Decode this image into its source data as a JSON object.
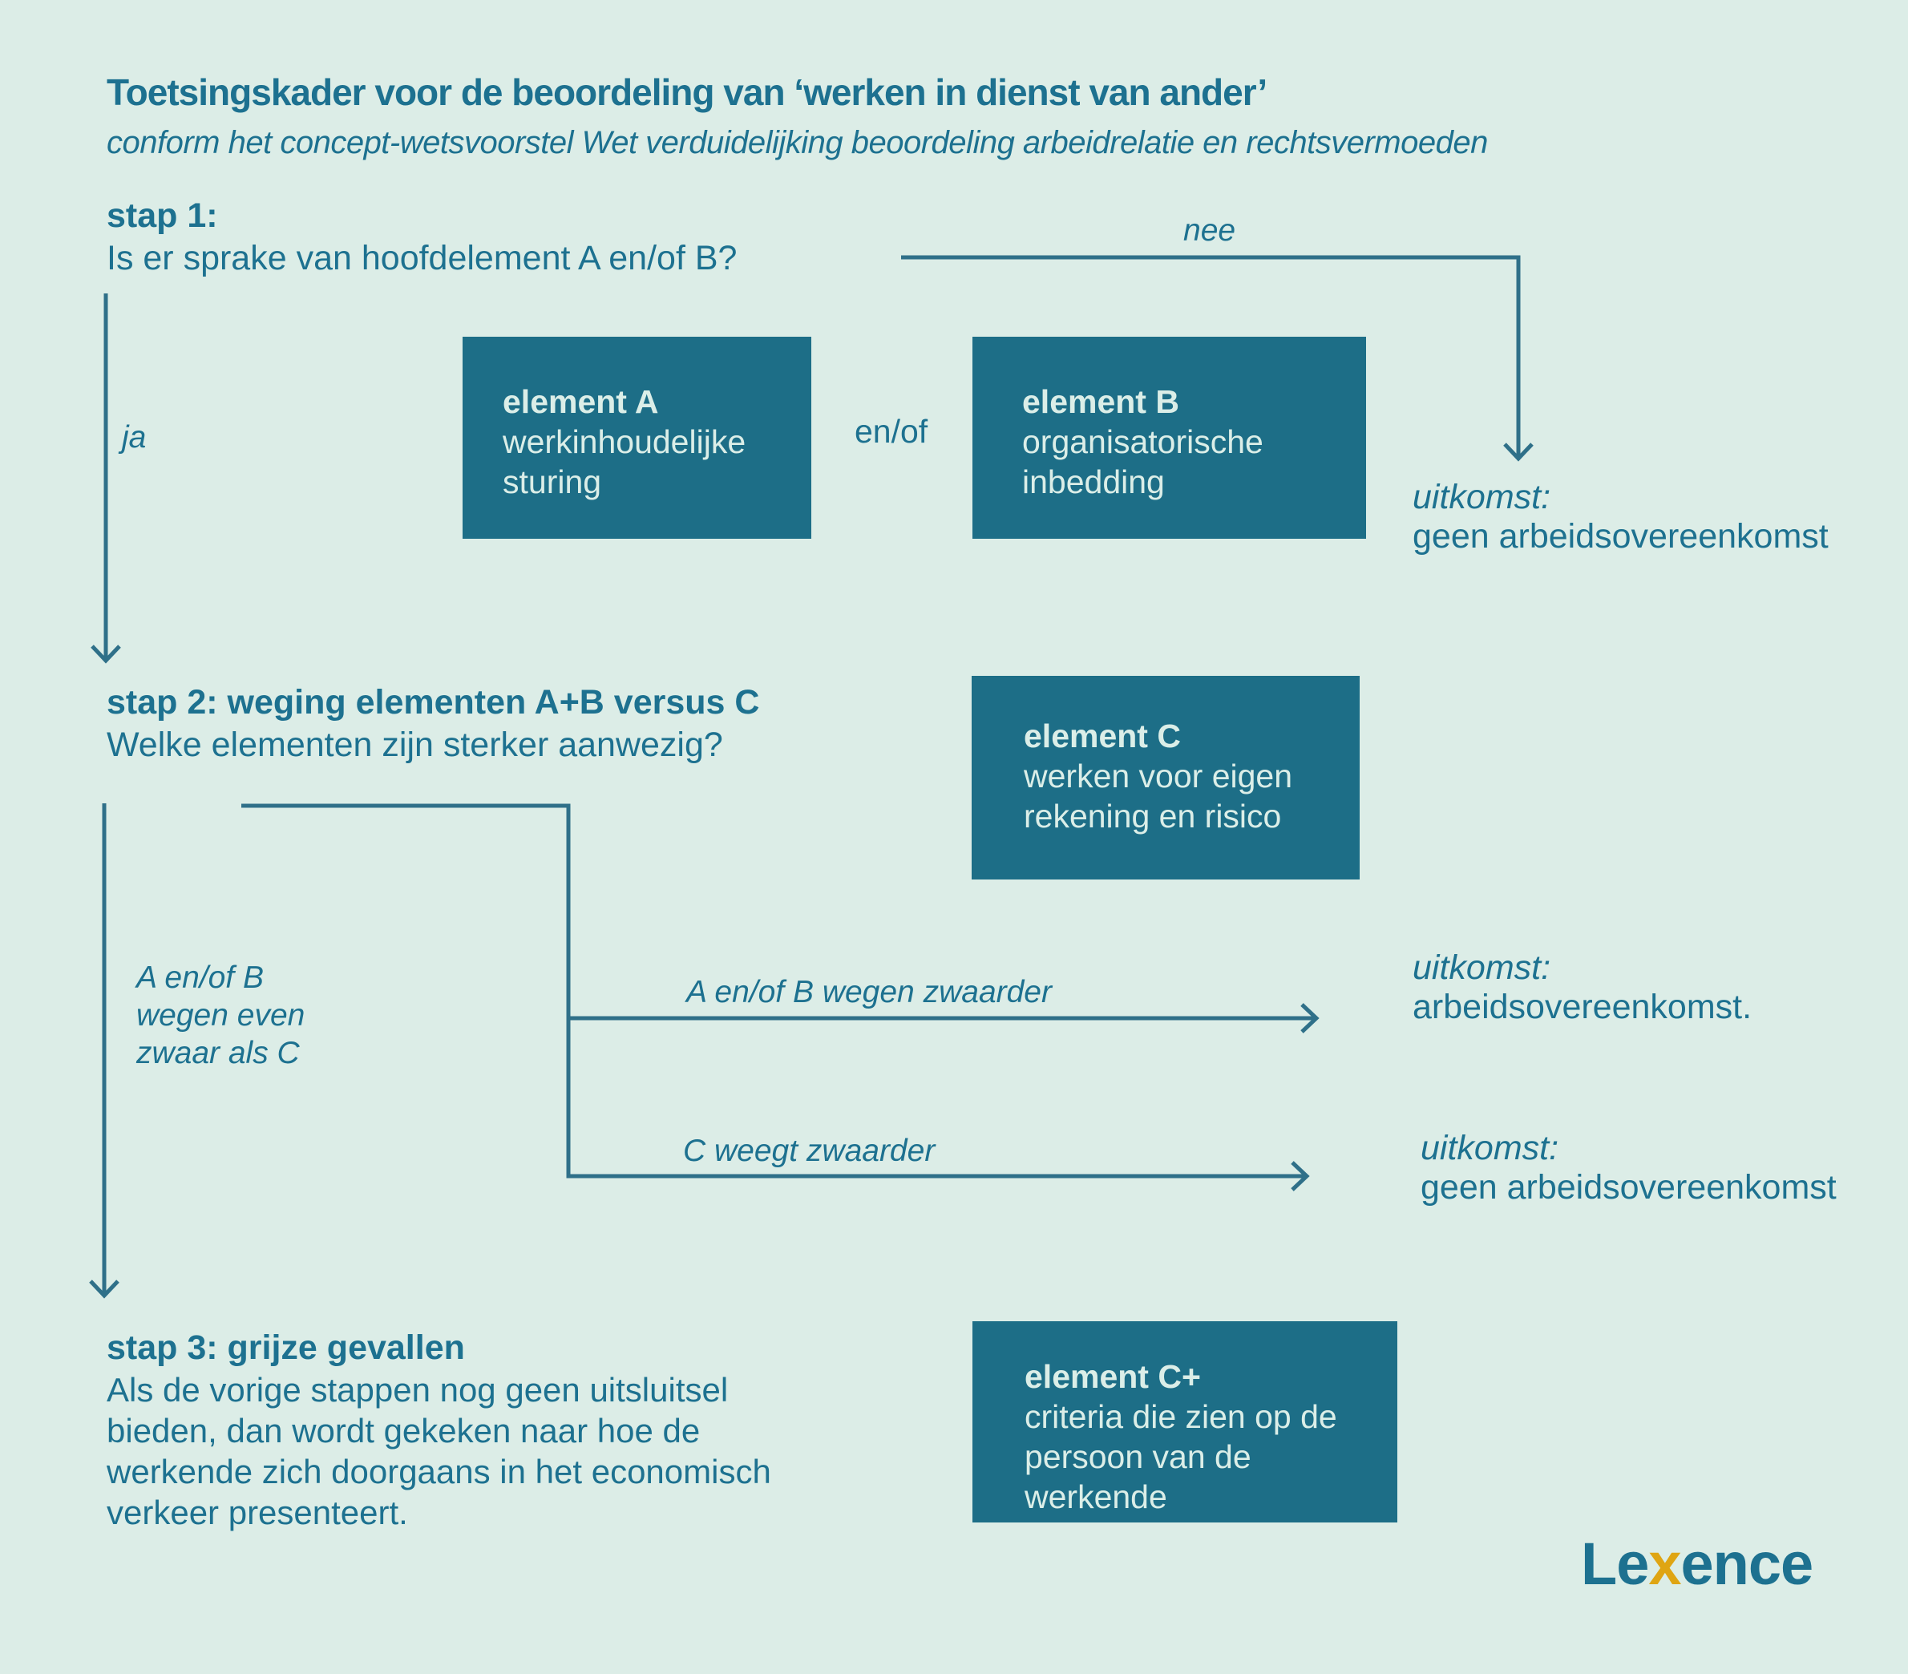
{
  "header": {
    "title": "Toetsingskader voor de beoordeling van ‘werken in dienst van ander’",
    "subtitle": "conform het concept-wetsvoorstel Wet verduidelijking beoordeling arbeidrelatie en rechtsvermoeden"
  },
  "step1": {
    "heading": "stap 1:",
    "question": "Is er sprake van hoofdelement A en/of B?",
    "yes_label": "ja",
    "no_label": "nee",
    "outcome": {
      "label": "uitkomst:",
      "value": "geen arbeidsovereenkomst"
    }
  },
  "elements": {
    "a": {
      "title": "element A",
      "lines": [
        "werkinhoudelijke",
        "sturing"
      ]
    },
    "connector": "en/of",
    "b": {
      "title": "element B",
      "lines": [
        "organisatorische",
        "inbedding"
      ]
    },
    "c": {
      "title": "element C",
      "lines": [
        "werken voor eigen",
        "rekening en risico"
      ]
    },
    "cplus": {
      "title": "element C+",
      "lines": [
        "criteria die zien op de",
        "persoon van de",
        "werkende"
      ]
    }
  },
  "step2": {
    "heading": "stap 2: weging elementen A+B versus C",
    "question": "Welke elementen zijn sterker aanwezig?",
    "branch_equal_lines": [
      "A en/of B",
      "wegen even",
      "zwaar als C"
    ],
    "branch_ab_label": "A en/of B wegen zwaarder",
    "branch_c_label": "C weegt zwaarder",
    "outcome_ab": {
      "label": "uitkomst:",
      "value": "arbeidsovereenkomst."
    },
    "outcome_c": {
      "label": "uitkomst:",
      "value": "geen arbeidsovereenkomst"
    }
  },
  "step3": {
    "heading": "stap 3: grijze gevallen",
    "body_lines": [
      "Als de vorige stappen nog geen uitsluitsel",
      "bieden, dan wordt gekeken naar hoe de",
      "werkende zich doorgaans in het economisch",
      "verkeer presenteert."
    ]
  },
  "logo": {
    "part1": "Le",
    "part2": "x",
    "part3": "ence"
  },
  "colors": {
    "background": "#dcede7",
    "box": "#1d6e87",
    "boxText": "#dbeee8",
    "text": "#1d7190",
    "line": "#2f7089",
    "accent": "#dfa513"
  }
}
